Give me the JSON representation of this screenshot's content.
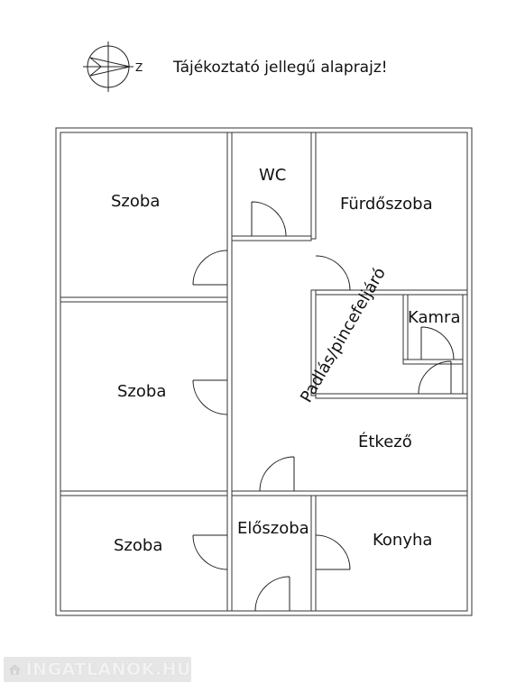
{
  "title": "Tájékoztató jellegű alaprajz!",
  "compass_label": "Z",
  "rooms": {
    "szoba_1": "Szoba",
    "wc": "WC",
    "furdoszoba": "Fürdőszoba",
    "kamra": "Kamra",
    "padlas": "Padlás/pincefeljáró",
    "szoba_2": "Szoba",
    "etkezo": "Étkező",
    "szoba_3": "Szoba",
    "eloszoba": "Előszoba",
    "konyha": "Konyha"
  },
  "watermark": "INGATLANOK.HU"
}
